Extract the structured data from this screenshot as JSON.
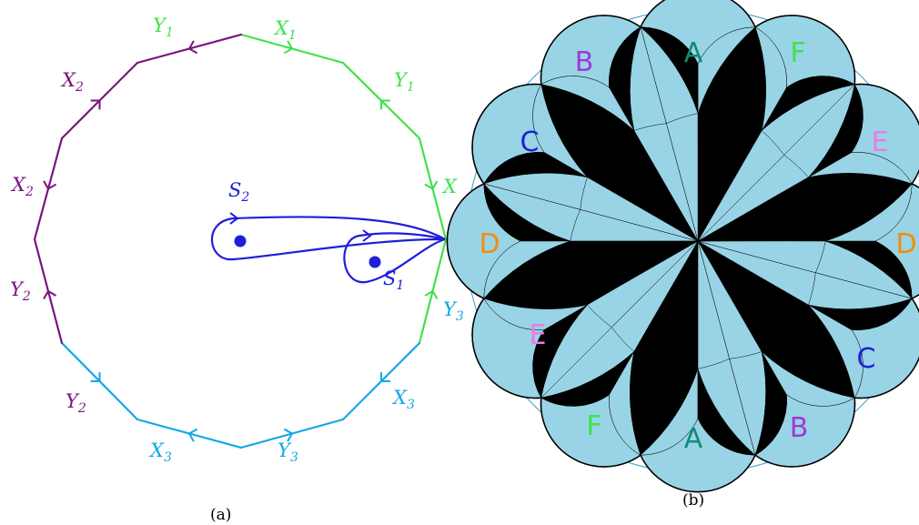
{
  "colors": {
    "green": "#3FE24A",
    "purple": "#7A137F",
    "cyan": "#12A8E6",
    "blue": "#1E1EDB",
    "tile_light": "#98D4E6",
    "tile_dark": "#000000",
    "circle": "#58A8D0",
    "orange": "#F28C0B",
    "violet": "#9B3BDB",
    "pink": "#EE7BE4",
    "teal": "#148A73"
  },
  "panel_a": {
    "caption": "(a)",
    "edge_labels": [
      {
        "base": "Y",
        "sub": "1",
        "color": "green"
      },
      {
        "base": "X",
        "sub": "1",
        "color": "green"
      },
      {
        "base": "Y",
        "sub": "1",
        "color": "green"
      },
      {
        "base": "X",
        "sub": "",
        "color": "green"
      },
      {
        "base": "Y",
        "sub": "3",
        "color": "cyan"
      },
      {
        "base": "X",
        "sub": "3",
        "color": "cyan"
      },
      {
        "base": "Y",
        "sub": "3",
        "color": "cyan"
      },
      {
        "base": "X",
        "sub": "3",
        "color": "cyan"
      },
      {
        "base": "Y",
        "sub": "2",
        "color": "purple"
      },
      {
        "base": "X",
        "sub": "2",
        "color": "purple"
      },
      {
        "base": "Y",
        "sub": "2",
        "color": "purple"
      },
      {
        "base": "X",
        "sub": "2",
        "color": "purple"
      }
    ],
    "loops": [
      {
        "base": "S",
        "sub": "2"
      },
      {
        "base": "S",
        "sub": "1"
      }
    ]
  },
  "panel_b": {
    "caption": "(b)",
    "face_labels": [
      {
        "text": "A",
        "color": "teal"
      },
      {
        "text": "F",
        "color": "green"
      },
      {
        "text": "B",
        "color": "violet"
      },
      {
        "text": "C",
        "color": "blue"
      },
      {
        "text": "E",
        "color": "pink"
      },
      {
        "text": "D",
        "color": "orange"
      },
      {
        "text": "D",
        "color": "orange"
      },
      {
        "text": "E",
        "color": "pink"
      },
      {
        "text": "C",
        "color": "blue"
      },
      {
        "text": "F",
        "color": "green"
      },
      {
        "text": "A",
        "color": "teal"
      },
      {
        "text": "B",
        "color": "violet"
      }
    ]
  }
}
